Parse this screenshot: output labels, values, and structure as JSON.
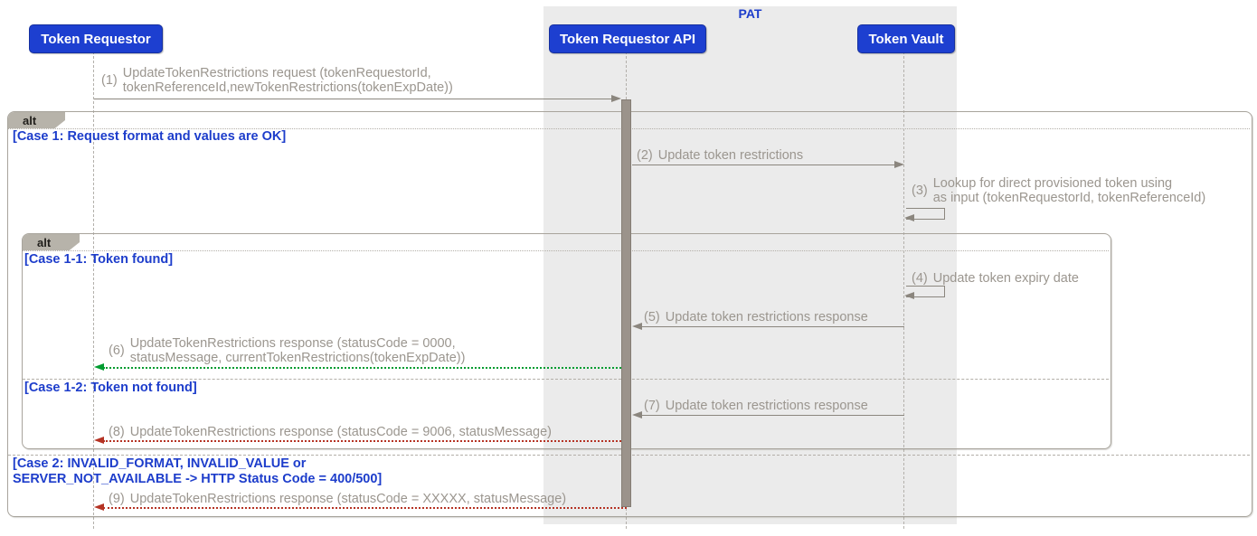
{
  "colors": {
    "participant_fill": "#1d3fd0",
    "participant_text": "#ffffff",
    "label_blue": "#1d3dcb",
    "message_text": "#9b968f",
    "arrow_gray": "#8b867e",
    "arrow_green": "#009c30",
    "arrow_red": "#b53324",
    "frame_border": "#a8a49c",
    "tab_fill": "#b7b3aa",
    "group_fill": "#ebebeb",
    "activation_fill": "#9b938b"
  },
  "group": {
    "label": "PAT"
  },
  "participants": [
    {
      "label": "Token Requestor"
    },
    {
      "label": "Token Requestor API"
    },
    {
      "label": "Token Vault"
    }
  ],
  "frames": {
    "outer": {
      "tab": "alt",
      "sections": [
        {
          "label": "[Case 1: Request format and values are OK]"
        },
        {
          "label": "[Case 2: INVALID_FORMAT, INVALID_VALUE or\nSERVER_NOT_AVAILABLE -> HTTP Status Code = 400/500]"
        }
      ]
    },
    "inner": {
      "tab": "alt",
      "sections": [
        {
          "label": "[Case 1-1: Token found]"
        },
        {
          "label": "[Case 1-2: Token not found]"
        }
      ]
    }
  },
  "messages": [
    {
      "num": "(1)",
      "text": "UpdateTokenRestrictions request (tokenRequestorId,\ntokenReferenceId,newTokenRestrictions(tokenExpDate))",
      "from": "Token Requestor",
      "to": "Token Requestor API",
      "kind": "call"
    },
    {
      "num": "(2)",
      "text": "Update token restrictions",
      "from": "Token Requestor API",
      "to": "Token Vault",
      "kind": "call"
    },
    {
      "num": "(3)",
      "text": "Lookup for direct provisioned token using\nas input (tokenRequestorId, tokenReferenceId)",
      "from": "Token Vault",
      "to": "Token Vault",
      "kind": "self"
    },
    {
      "num": "(4)",
      "text": "Update token expiry date",
      "from": "Token Vault",
      "to": "Token Vault",
      "kind": "self"
    },
    {
      "num": "(5)",
      "text": "Update token restrictions response",
      "from": "Token Vault",
      "to": "Token Requestor API",
      "kind": "call"
    },
    {
      "num": "(6)",
      "text": "UpdateTokenRestrictions response (statusCode = 0000,\nstatusMessage, currentTokenRestrictions(tokenExpDate))",
      "from": "Token Requestor API",
      "to": "Token Requestor",
      "kind": "return-success"
    },
    {
      "num": "(7)",
      "text": "Update token restrictions response",
      "from": "Token Vault",
      "to": "Token Requestor API",
      "kind": "call"
    },
    {
      "num": "(8)",
      "text": "UpdateTokenRestrictions response (statusCode = 9006, statusMessage)",
      "from": "Token Requestor API",
      "to": "Token Requestor",
      "kind": "return-error"
    },
    {
      "num": "(9)",
      "text": "UpdateTokenRestrictions response (statusCode = XXXXX, statusMessage)",
      "from": "Token Requestor API",
      "to": "Token Requestor",
      "kind": "return-error"
    }
  ]
}
